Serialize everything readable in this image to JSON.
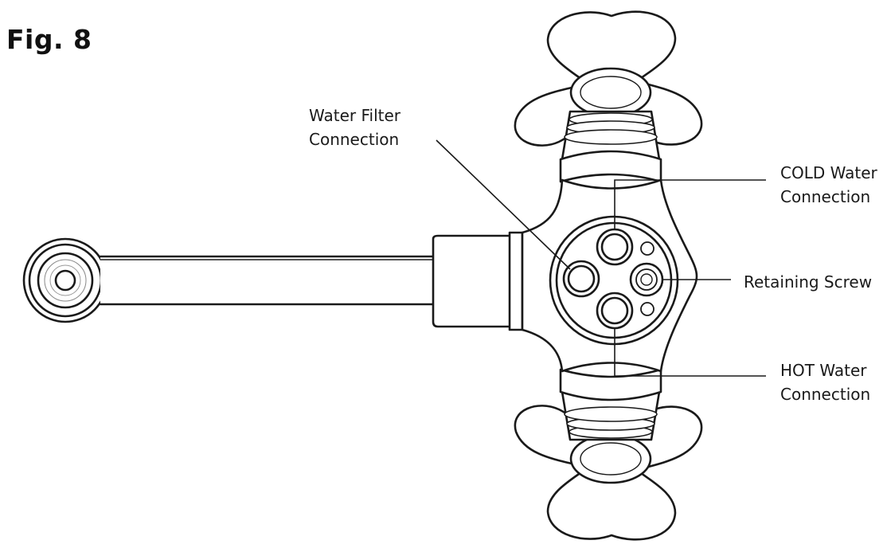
{
  "figure": {
    "title": "Fig. 8"
  },
  "labels": {
    "water_filter": [
      "Water Filter",
      "Connection"
    ],
    "cold_water": [
      "COLD Water",
      "Connection"
    ],
    "retaining_screw": "Retaining Screw",
    "hot_water": [
      "HOT Water",
      "Connection"
    ]
  },
  "colors": {
    "line": "#1a1a1a",
    "background": "#ffffff"
  }
}
